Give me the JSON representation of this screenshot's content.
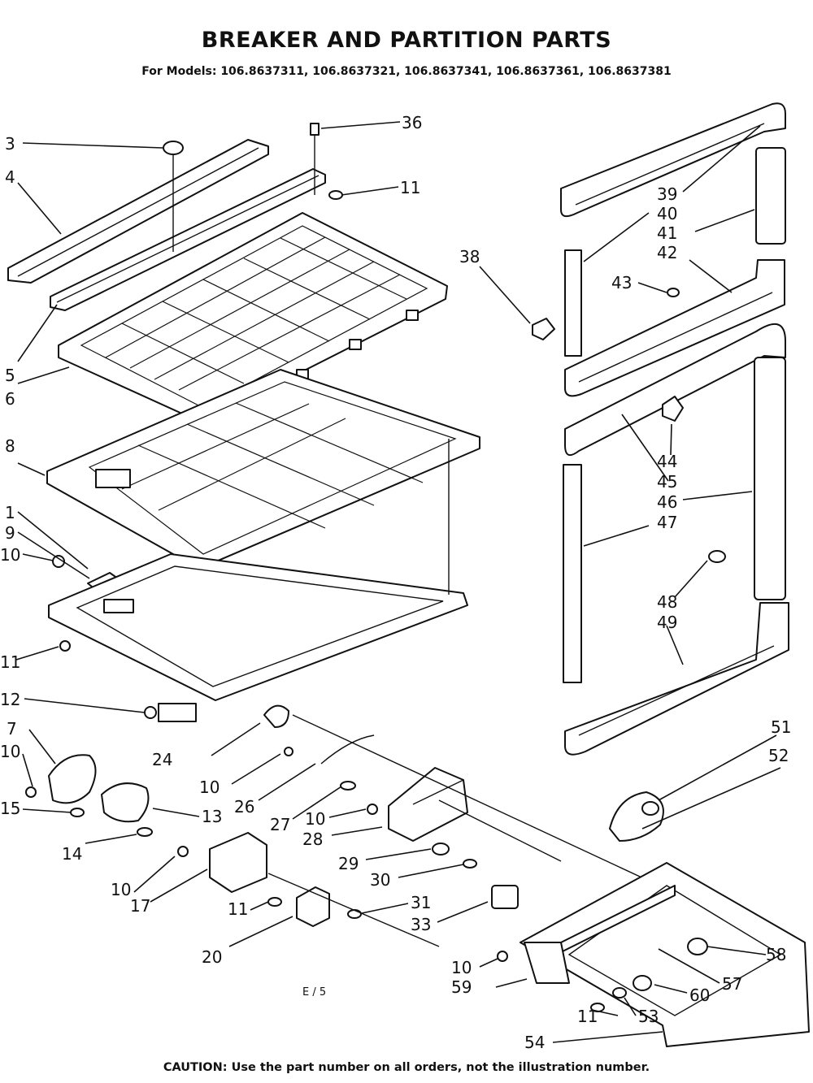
{
  "title": "BREAKER AND PARTITION PARTS",
  "subtitle": "For Models: 106.8637311, 106.8637321, 106.8637341, 106.8637361, 106.8637381",
  "drawing_code": "E / 5",
  "caution": "CAUTION: Use the part number on all orders, not the illustration number.",
  "callouts": {
    "c1": "1",
    "c3": "3",
    "c4": "4",
    "c5": "5",
    "c6": "6",
    "c7": "7",
    "c8": "8",
    "c9": "9",
    "c10a": "10",
    "c10b": "10",
    "c10c": "10",
    "c10d": "10",
    "c10e": "10",
    "c10f": "10",
    "c11a": "11",
    "c11b": "11",
    "c11c": "11",
    "c11d": "11",
    "c12": "12",
    "c13": "13",
    "c14": "14",
    "c15": "15",
    "c17": "17",
    "c20": "20",
    "c24": "24",
    "c26": "26",
    "c27": "27",
    "c28": "28",
    "c29": "29",
    "c30": "30",
    "c31": "31",
    "c33": "33",
    "c36": "36",
    "c38": "38",
    "c39": "39",
    "c40": "40",
    "c41": "41",
    "c42": "42",
    "c43": "43",
    "c44": "44",
    "c45": "45",
    "c46": "46",
    "c47": "47",
    "c48": "48",
    "c49": "49",
    "c51": "51",
    "c52": "52",
    "c53": "53",
    "c54": "54",
    "c57": "57",
    "c58": "58",
    "c59": "59",
    "c60": "60"
  }
}
